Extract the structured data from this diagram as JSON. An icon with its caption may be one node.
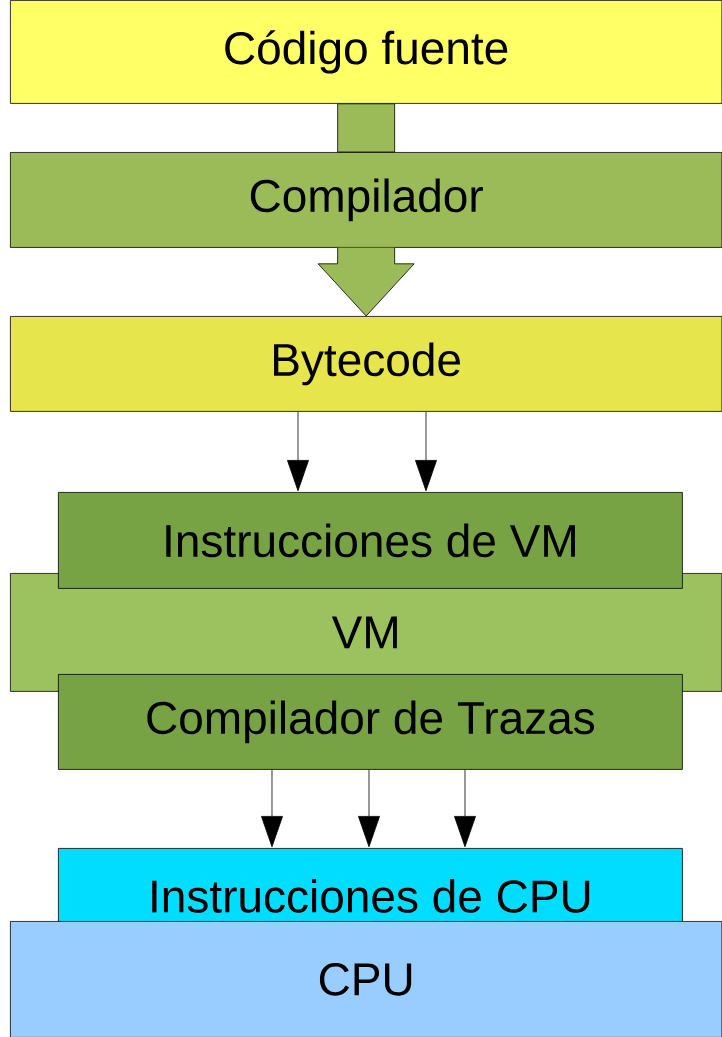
{
  "diagram": {
    "nodes": [
      {
        "text": [
          "Código fuente"
        ]
      },
      {
        "text": [
          "Compilador"
        ]
      },
      {
        "text": [
          "Bytecode"
        ]
      },
      {
        "text": [
          "Instrucciones de VM"
        ]
      },
      {
        "text": [
          "VM"
        ]
      },
      {
        "text": [
          "Compilador de Trazas"
        ]
      },
      {
        "text": [
          "Instrucciones de CPU"
        ]
      },
      {
        "text": [
          "CPU"
        ]
      }
    ],
    "edges": [
      {
        "from": 0,
        "to": 1,
        "arrow": "none",
        "style": "thick",
        "color": "#9bbb59"
      },
      {
        "from": 1,
        "to": 2,
        "arrow": "to",
        "style": "thick",
        "color": "#9bbb59"
      },
      {
        "from": 2,
        "to": 3,
        "arrow": "to"
      },
      {
        "from": 2,
        "to": 3,
        "arrow": "to"
      },
      {
        "from": 5,
        "to": 6,
        "arrow": "to"
      },
      {
        "from": 5,
        "to": 6,
        "arrow": "to"
      },
      {
        "from": 5,
        "to": 6,
        "arrow": "to"
      }
    ]
  }
}
